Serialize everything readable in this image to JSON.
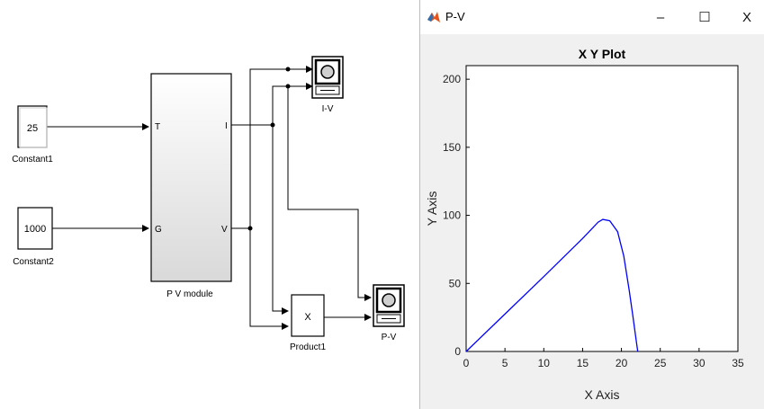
{
  "diagram": {
    "blocks": {
      "constant1": {
        "value": "25",
        "label": "Constant1"
      },
      "constant2": {
        "value": "1000",
        "label": "Constant2"
      },
      "pv_module": {
        "label": "P V module",
        "port_t": "T",
        "port_g": "G",
        "port_i": "I",
        "port_v": "V"
      },
      "scope_iv": {
        "label": "I-V"
      },
      "product1": {
        "symbol": "X",
        "label": "Product1"
      },
      "scope_pv": {
        "label": "P-V"
      }
    }
  },
  "window": {
    "title": "P-V",
    "controls": {
      "minimize": "–",
      "maximize": "☐",
      "close": "X"
    }
  },
  "chart_data": {
    "type": "line",
    "title": "X Y Plot",
    "xlabel": "X Axis",
    "ylabel": "Y Axis",
    "xlim": [
      0,
      35
    ],
    "ylim": [
      0,
      210
    ],
    "xticks": [
      0,
      5,
      10,
      15,
      20,
      25,
      30,
      35
    ],
    "yticks": [
      0,
      50,
      100,
      150,
      200
    ],
    "grid": false,
    "series": [
      {
        "color": "#0000ff",
        "x": [
          0,
          5,
          10,
          15,
          16,
          17,
          17.6,
          18.5,
          19.5,
          20.3,
          21.0,
          21.5,
          21.9,
          22.1
        ],
        "y": [
          0,
          27.5,
          55,
          83,
          89,
          95,
          97,
          96,
          88,
          70,
          45,
          25,
          8,
          0
        ]
      }
    ]
  }
}
